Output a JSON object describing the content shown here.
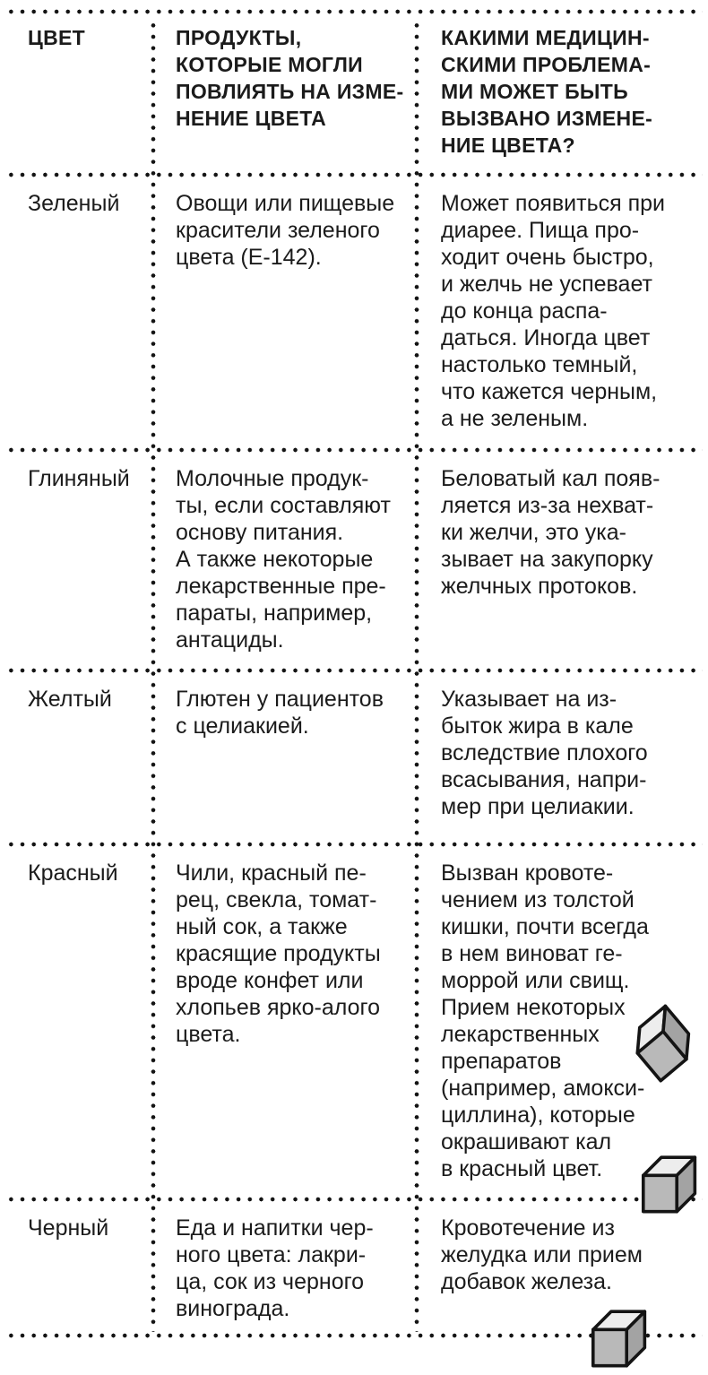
{
  "page": {
    "background": "#ffffff",
    "text_color": "#1b1b1b",
    "dot_color": "#141414"
  },
  "table": {
    "header": {
      "color": "ЦВЕТ",
      "products": [
        "ПРОДУКТЫ,",
        "КОТОРЫЕ МОГЛИ",
        "ПОВЛИЯТЬ НА ИЗМЕ-",
        "НЕНИЕ ЦВЕТА"
      ],
      "problems": [
        "КАКИМИ МЕДИЦИН-",
        "СКИМИ ПРОБЛЕМА-",
        "МИ МОЖЕТ БЫТЬ",
        "ВЫЗВАНО ИЗМЕНЕ-",
        "НИЕ ЦВЕТА?"
      ]
    },
    "rows": [
      {
        "color": "Зеленый",
        "products": [
          "Овощи или пищевые",
          "красители зеленого",
          "цвета (Е-142)."
        ],
        "problems": [
          "Может появиться при",
          "диарее. Пища про-",
          "ходит очень быстро,",
          "и желчь не успевает",
          "до конца распа-",
          "даться. Иногда цвет",
          "настолько темный,",
          "что кажется черным,",
          "а не зеленым."
        ]
      },
      {
        "color": "Глиняный",
        "products": [
          "Молочные продук-",
          "ты, если составляют",
          "основу питания.",
          "А также некоторые",
          "лекарственные пре-",
          "параты, например,",
          "антациды."
        ],
        "problems": [
          "Беловатый кал появ-",
          "ляется из-за нехват-",
          "ки желчи, это ука-",
          "зывает на закупорку",
          "желчных протоков."
        ]
      },
      {
        "color": "Желтый",
        "products": [
          "Глютен у пациентов",
          "с целиакией."
        ],
        "problems": [
          "Указывает на из-",
          "быток жира в кале",
          "вследствие плохого",
          "всасывания, напри-",
          "мер при целиакии."
        ]
      },
      {
        "color": "Красный",
        "products": [
          "Чили, красный пе-",
          "рец, свекла, томат-",
          "ный сок, а также",
          "красящие продукты",
          "вроде конфет или",
          "хлопьев ярко-алого",
          "цвета."
        ],
        "problems": [
          "Вызван кровоте-",
          "чением из толстой",
          "кишки, почти всегда",
          "в нем виноват ге-",
          "моррой или свищ.",
          "Прием некоторых",
          "лекарственных",
          "препаратов",
          "(например, амокси-",
          "циллина), которые",
          "окрашивают кал",
          "в красный цвет."
        ]
      },
      {
        "color": "Черный",
        "products": [
          "Еда и напитки чер-",
          "ного цвета: лакри-",
          "ца, сок из черного",
          "винограда."
        ],
        "problems": [
          "Кровотечение из",
          "желудка или прием",
          "добавок железа."
        ]
      }
    ]
  },
  "icons": {
    "cube": {
      "top_face": "#ededed",
      "front_face": "#b9b9b9",
      "side_face": "#a3a3a3",
      "outline": "#141414"
    }
  }
}
